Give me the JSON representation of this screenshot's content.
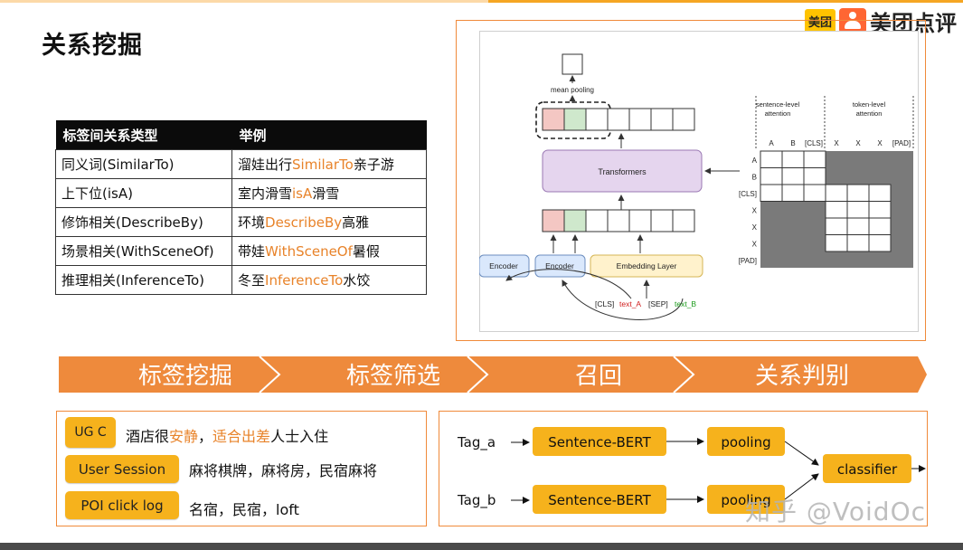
{
  "title": "关系挖掘",
  "logo": {
    "meituan": "美团",
    "dianping_text": "美团点评"
  },
  "relation_table": {
    "headers": [
      "标签间关系类型",
      "举例"
    ],
    "rows": [
      {
        "type": "同义词(SimilarTo)",
        "pre": "溜娃出行",
        "rel": "SimilarTo",
        "post": "亲子游"
      },
      {
        "type": "上下位(isA)",
        "pre": "室内滑雪",
        "rel": "isA",
        "post": "滑雪"
      },
      {
        "type": "修饰相关(DescribeBy)",
        "pre": "环境",
        "rel": "DescribeBy",
        "post": "高雅"
      },
      {
        "type": "场景相关(WithSceneOf)",
        "pre": "带娃",
        "rel": "WithSceneOf",
        "post": "暑假"
      },
      {
        "type": "推理相关(InferenceTo)",
        "pre": "冬至",
        "rel": "InferenceTo",
        "post": "水饺"
      }
    ]
  },
  "model_diagram": {
    "mean_pooling": "mean pooling",
    "transformers": "Transformers",
    "encoder": "Encoder",
    "embedding_layer": "Embedding Layer",
    "inputs": {
      "cls": "[CLS]",
      "text_a": "text_A",
      "sep": "[SEP]",
      "text_b": "text_B"
    },
    "attention_headers": {
      "sentence": "sentence-level\nattention",
      "token": "token-level\nattention"
    },
    "col_labels": [
      "A",
      "B",
      "[CLS]",
      "X",
      "X",
      "X",
      "[PAD]"
    ],
    "row_labels": [
      "A",
      "B",
      "[CLS]",
      "X",
      "X",
      "X",
      "[PAD]"
    ]
  },
  "pipeline": [
    "标签挖掘",
    "标签筛选",
    "召回",
    "关系判别"
  ],
  "sources": [
    {
      "label": "UG C",
      "pre": "酒店很",
      "hl1": "安静",
      "mid": "，",
      "hl2": "适合出差",
      "post": "人士入住"
    },
    {
      "label": "User Session",
      "text": "麻将棋牌，麻将房，民宿麻将"
    },
    {
      "label": "POI click log",
      "text": "名宿，民宿，loft"
    }
  ],
  "classifier_flow": {
    "tag_a": "Tag_a",
    "tag_b": "Tag_b",
    "sbert": "Sentence-BERT",
    "pooling": "pooling",
    "classifier": "classifier"
  },
  "watermark": "知乎 @VoidOc",
  "colors": {
    "accent": "#f08a3a",
    "highlight": "#e8832a",
    "button": "#f6b21c",
    "banner": "#ee8a3c"
  }
}
